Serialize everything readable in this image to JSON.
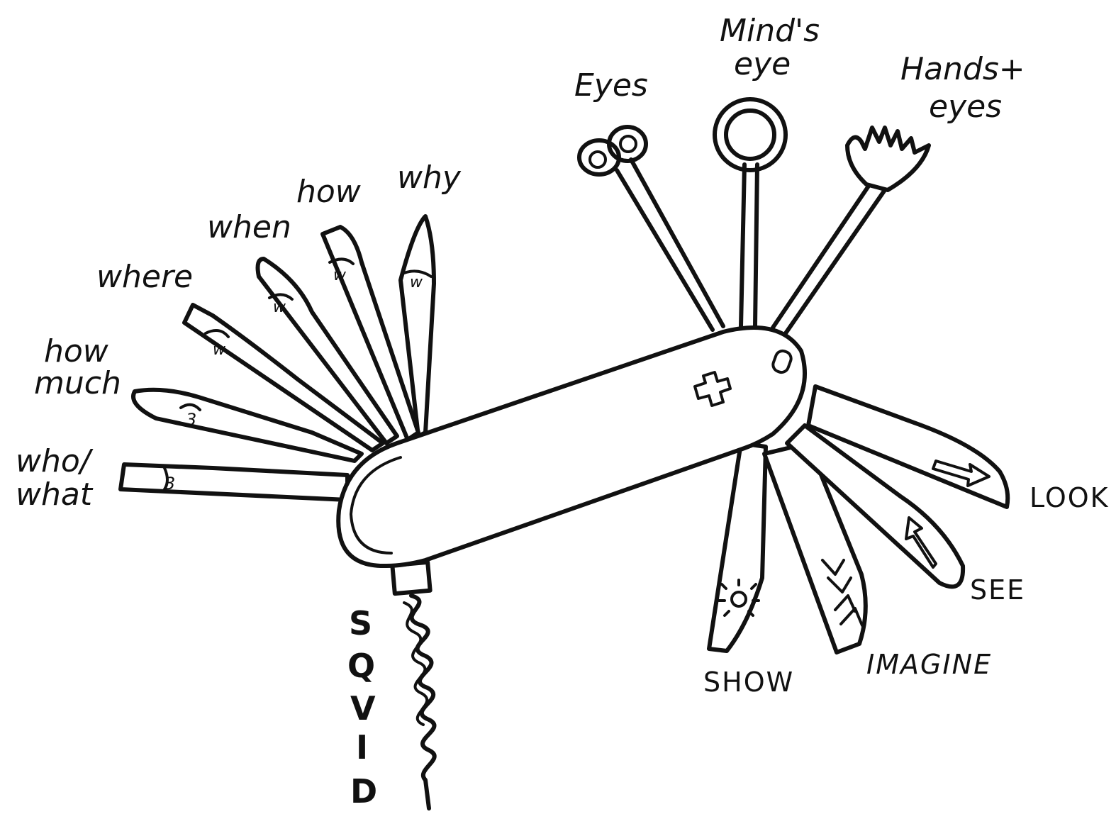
{
  "blade_labels": {
    "who_what": [
      "who/",
      "what"
    ],
    "how_much": [
      "how",
      "much"
    ],
    "where": "where",
    "when": "when",
    "how": "how",
    "why": "why"
  },
  "blade_marks": {
    "who_what": "3",
    "how_much": "3",
    "where": "w",
    "when": "w",
    "how": "w",
    "why": "w"
  },
  "tool_labels": {
    "eyes": "Eyes",
    "minds_eye": [
      "Mind's",
      "eye"
    ],
    "hands_eyes": [
      "Hands+",
      "eyes"
    ]
  },
  "action_labels": {
    "look": "LOOK",
    "see": "SEE",
    "imagine": "IMAGINE",
    "show": "SHOW"
  },
  "corkscrew_letters": [
    "S",
    "Q",
    "V",
    "I",
    "D"
  ]
}
